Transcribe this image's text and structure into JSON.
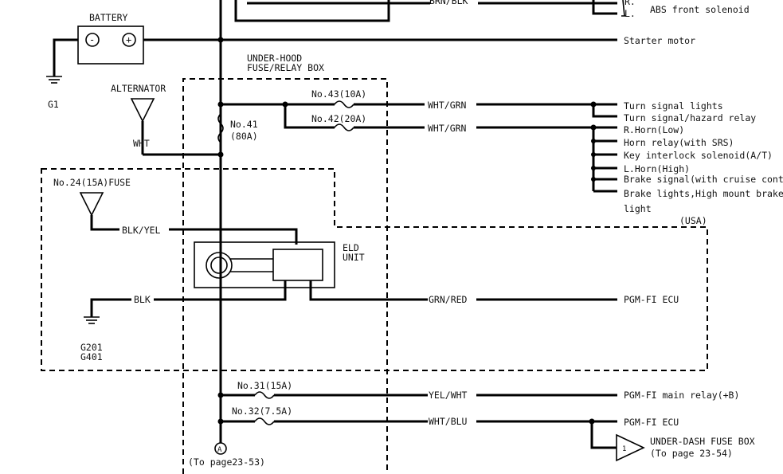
{
  "labels": {
    "battery": "BATTERY",
    "g1": "G1",
    "alternator": "ALTERNATOR",
    "wht": "WHT",
    "underhood_1": "UNDER-HOOD",
    "underhood_2": "FUSE/RELAY BOX",
    "no41": "No.41",
    "no41_amp": "(80A)",
    "no43": "No.43(10A)",
    "no42": "No.42(20A)",
    "no24": "No.24(15A)FUSE",
    "blk_yel": "BLK/YEL",
    "eld_1": "ELD",
    "eld_2": "UNIT",
    "blk": "BLK",
    "g201": "G201",
    "g401": "G401",
    "grn_red": "GRN/RED",
    "usa": "(USA)",
    "no31": "No.31(15A)",
    "no32": "No.32(7.5A)",
    "yel_wht": "YEL/WHT",
    "wht_blu": "WHT/BLU",
    "wht_grn_1": "WHT/GRN",
    "wht_grn_2": "WHT/GRN",
    "brn_blk": "BRN/BLK",
    "a_marker": "A",
    "to_page_1": "(To page23-53)",
    "underdash_1": "UNDER-DASH FUSE BOX",
    "underdash_2": "(To page 23-54)",
    "num_1": "1",
    "minus": "-",
    "plus": "+"
  },
  "destinations": {
    "r": "R.",
    "l": "L.",
    "abs": "ABS front solenoid",
    "starter": "Starter motor",
    "turn_signal": "Turn signal lights",
    "hazard": "Turn signal/hazard relay",
    "r_horn": "R.Horn(Low)",
    "horn_relay": "Horn relay(with SRS)",
    "key_interlock": "Key interlock solenoid(A/T)",
    "l_horn": "L.Horn(High)",
    "brake_signal": "Brake signal(with cruise control)",
    "brake_lights": "Brake lights,High mount brake",
    "light": "light",
    "pgm_ecu_1": "PGM-FI ECU",
    "pgm_main": "PGM-FI main relay(+B)",
    "pgm_ecu_2": "PGM-FI ECU"
  }
}
